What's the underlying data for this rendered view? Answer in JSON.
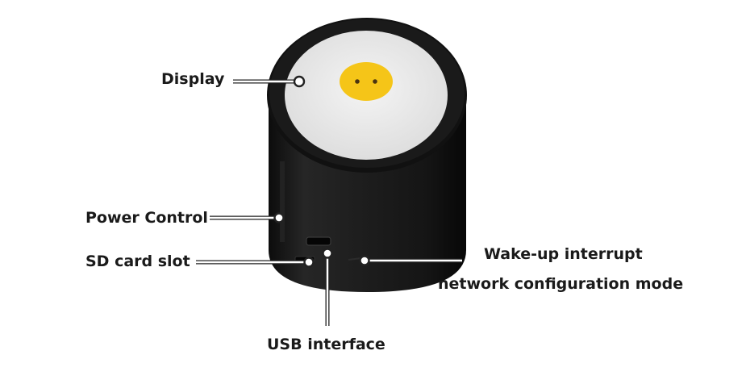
{
  "labels": {
    "display": "Display",
    "power_control": "Power Control",
    "sd_card_slot": "SD card slot",
    "wake_up": "Wake-up interrupt",
    "network_mode": "network configuration mode",
    "usb": "USB interface"
  },
  "colors": {
    "body": "#1c1c1c",
    "screen": "#ececec",
    "face": "#f5c518",
    "eyes": "#4a3410",
    "callout": "#ffffff"
  }
}
